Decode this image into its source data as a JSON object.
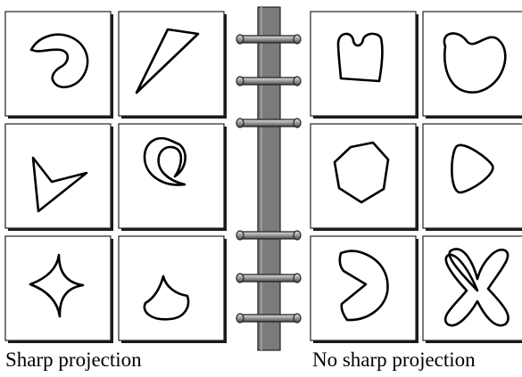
{
  "captions": {
    "left": "Sharp projection",
    "right": "No sharp projection"
  },
  "groups": [
    {
      "name": "sharp-projection",
      "shapes": [
        "spiral",
        "thin-triangle",
        "chevron-arrow",
        "crescent",
        "four-point-star",
        "acorn"
      ]
    },
    {
      "name": "no-sharp-projection",
      "shapes": [
        "notched-square",
        "kidney",
        "heptagon",
        "rounded-triangle",
        "pacman-notch",
        "four-lobed-cross"
      ]
    }
  ],
  "colors": {
    "card_fill": "#ffffff",
    "card_shadow": "#1a1a1a",
    "spine": "#7b7b7b",
    "ring": "#a9a9a9",
    "stroke": "#000000"
  }
}
